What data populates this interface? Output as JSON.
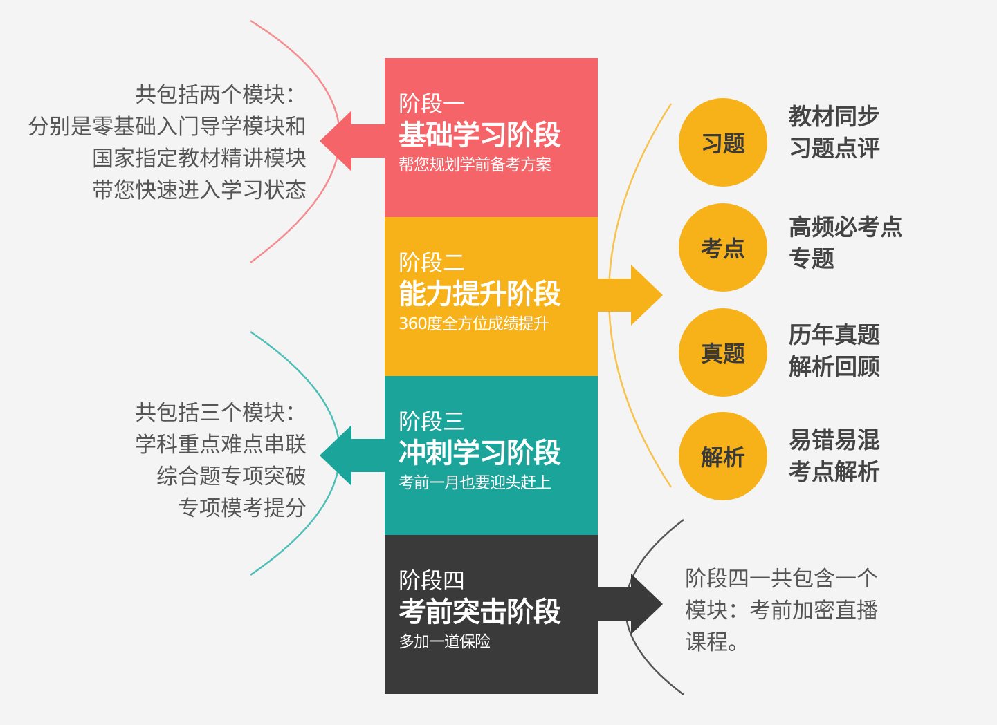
{
  "colors": {
    "stage1": "#f56468",
    "stage2": "#f7b21a",
    "stage3": "#1ba49a",
    "stage4": "#3a3a3a",
    "circle": "#f7b21a"
  },
  "stages": [
    {
      "label": "阶段一",
      "title": "基础学习阶段",
      "subtitle": "帮您规划学前备考方案"
    },
    {
      "label": "阶段二",
      "title": "能力提升阶段",
      "subtitle": "360度全方位成绩提升"
    },
    {
      "label": "阶段三",
      "title": "冲刺学习阶段",
      "subtitle": "考前一月也要迎头赶上"
    },
    {
      "label": "阶段四",
      "title": "考前突击阶段",
      "subtitle": "多加一道保险"
    }
  ],
  "stage1_note": [
    "共包括两个模块：",
    "分别是零基础入门导学模块和",
    "国家指定教材精讲模块",
    "带您快速进入学习状态"
  ],
  "stage3_note": [
    "共包括三个模块：",
    "学科重点难点串联",
    "综合题专项突破",
    "专项模考提分"
  ],
  "stage2_modules": [
    {
      "badge": "习题",
      "text": [
        "教材同步",
        "习题点评"
      ]
    },
    {
      "badge": "考点",
      "text": [
        "高频必考点",
        "专题"
      ]
    },
    {
      "badge": "真题",
      "text": [
        "历年真题",
        "解析回顾"
      ]
    },
    {
      "badge": "解析",
      "text": [
        "易错易混",
        "考点解析"
      ]
    }
  ],
  "stage4_note": [
    "阶段四一共包含一个",
    "模块：考前加密直播",
    "课程。"
  ]
}
